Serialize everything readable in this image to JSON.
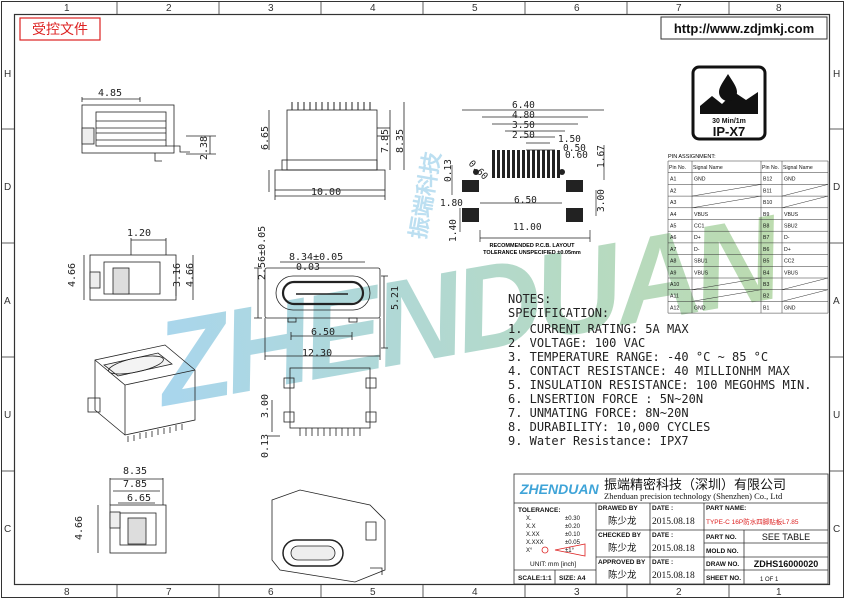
{
  "stamp": "受控文件",
  "url": "http://www.zdjmkj.com",
  "watermark": "ZHENDUAN",
  "watermark_side": "振端科技",
  "grid": {
    "top": [
      "1",
      "2",
      "3",
      "4",
      "5",
      "6",
      "7",
      "8"
    ],
    "bottom": [
      "8",
      "7",
      "6",
      "5",
      "4",
      "3",
      "2",
      "1"
    ],
    "left": [
      "H",
      "D",
      "A",
      "U",
      "C"
    ],
    "right": [
      "H",
      "D",
      "A",
      "U",
      "C"
    ]
  },
  "ip_badge": {
    "line1": "30 Min/1m",
    "line2": "IP-X7"
  },
  "dims": {
    "side_w": "4.85",
    "side_h": "2.38",
    "front_w": "10.00",
    "front_h1": "6.65",
    "front_h2": "7.85",
    "front_h3": "8.35",
    "end_w": "1.20",
    "end_h1": "4.66",
    "end_h2": "3.16",
    "end_h3": "4.66",
    "open_h": "2.56±0.05",
    "open_w": "8.34±0.05",
    "open_w2": "0.03",
    "open_s": "6.50",
    "open_b": "12.30",
    "open_v": "5.21",
    "pcb_a": "6.40",
    "pcb_b": "4.80",
    "pcb_c": "3.50",
    "pcb_d": "2.50",
    "pcb_e": "1.50",
    "pcb_f": "0.50",
    "pcb_g": "0.60",
    "pcb_h": "1.67",
    "pcb_i": "0.13",
    "pcb_j": "0.60",
    "pcb_k": "1.80",
    "pcb_l": "6.50",
    "pcb_m": "3.00",
    "pcb_n": "11.00",
    "pcb_o": "1.40",
    "bot_a": "3.00",
    "bot_b": "0.13",
    "low_a": "8.35",
    "low_b": "7.85",
    "low_c": "6.65",
    "low_d": "4.66"
  },
  "pcb_note1": "RECOMMENDED P.C.B. LAYOUT",
  "pcb_note2": "TOLERANCE UNSPECIFIED ±0.05mm",
  "pin_table": {
    "title": "PIN ASSIGNMENT:",
    "headers": [
      "Pin No.",
      "Signal Name",
      "Pin No.",
      "Signal Name"
    ],
    "rows": [
      [
        "A1",
        "GND",
        "B12",
        "GND"
      ],
      [
        "A2",
        "",
        "B11",
        ""
      ],
      [
        "A3",
        "",
        "B10",
        ""
      ],
      [
        "A4",
        "VBUS",
        "B9",
        "VBUS"
      ],
      [
        "A5",
        "CC1",
        "B8",
        "SBU2"
      ],
      [
        "A6",
        "D+",
        "B7",
        "D-"
      ],
      [
        "A7",
        "D-",
        "B6",
        "D+"
      ],
      [
        "A8",
        "SBU1",
        "B5",
        "CC2"
      ],
      [
        "A9",
        "VBUS",
        "B4",
        "VBUS"
      ],
      [
        "A10",
        "",
        "B3",
        ""
      ],
      [
        "A11",
        "",
        "B2",
        ""
      ],
      [
        "A12",
        "GND",
        "B1",
        "GND"
      ]
    ]
  },
  "notes": {
    "title": "NOTES:",
    "spec": "SPECIFICATION:",
    "items": [
      "1. CURRENT RATING: 5A MAX",
      "2. VOLTAGE: 100 VAC",
      "3. TEMPERATURE RANGE: -40 °C ~ 85 °C",
      "4. CONTACT RESISTANCE: 40 MILLIONHM MAX",
      "5. INSULATION RESISTANCE: 100 MEGOHMS MIN.",
      "6. LNSERTION FORCE : 5N~20N",
      "7. UNMATING FORCE: 8N~20N",
      "8. DURABILITY:  10,000 CYCLES",
      "9. Water Resistance: IPX7"
    ]
  },
  "title_block": {
    "logo": "ZHENDUAN",
    "company_cn": "振端精密科技（深圳）有限公司",
    "company_en": "Zhenduan precision technology (Shenzhen) Co., Ltd",
    "tolerance_label": "TOLERANCE:",
    "tol_rows": [
      [
        "X.",
        "±0.30"
      ],
      [
        "X.X",
        "±0.20"
      ],
      [
        "X.XX",
        "±0.10"
      ],
      [
        "X.XXX",
        "±0.05"
      ],
      [
        "X°",
        "±1°"
      ]
    ],
    "unit_label": "UNIT: mm [inch]",
    "scale": "SCALE:1:1",
    "size": "SIZE: A4",
    "drawn_by_label": "DRAWED BY",
    "drawn_by": "陈少龙",
    "checked_by_label": "CHECKED BY",
    "checked_by": "陈少龙",
    "approved_by_label": "APPROVED BY",
    "approved_by": "陈少龙",
    "date_label": "DATE :",
    "date1": "2015.08.18",
    "date2": "2015.08.18",
    "date3": "2015.08.18",
    "part_name_label": "PART NAME:",
    "part_name": "TYPE-C 16P防水四脚贴板L7.85",
    "part_no_label": "PART NO.",
    "part_no": "SEE TABLE",
    "mold_no_label": "MOLD NO.",
    "mold_no": "",
    "draw_no_label": "DRAW NO.",
    "draw_no": "ZDHS16000020",
    "sheet_no_label": "SHEET NO.",
    "sheet_no": "1 OF 1"
  }
}
